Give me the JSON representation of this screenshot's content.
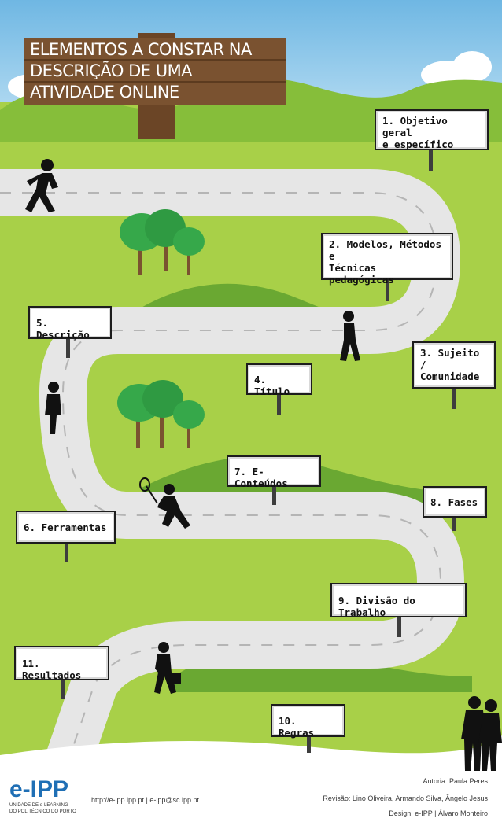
{
  "title": {
    "line1": "ELEMENTOS A CONSTAR NA",
    "line2": "DESCRIÇÃO DE UMA",
    "line3": "ATIVIDADE ONLINE"
  },
  "signs": {
    "s1": "1. Objetivo geral\ne específico",
    "s2": "2. Modelos, Métodos e\nTécnicas pedagógicas",
    "s3": "3. Sujeito /\nComunidade",
    "s4": "4. Título",
    "s5": "5. Descrição",
    "s6": "6. Ferramentas",
    "s7": "7. E-Conteúdos",
    "s8": "8. Fases",
    "s9": "9. Divisão do Trabalho",
    "s10": "10. Regras",
    "s11": "11. Resultados"
  },
  "footer": {
    "logo_text": "e-IPP",
    "logo_sub1": "UNIDADE DE e-LEARNING",
    "logo_sub2": "DO POLITÉCNICO DO PORTO",
    "contact": "http://e-ipp.ipp.pt | e-ipp@sc.ipp.pt",
    "author": "Autoria: Paula Peres",
    "review": "Revisão: Lino Oliveira, Armando Silva, Ângelo Jesus",
    "design": "Design: e-IPP | Álvaro Monteiro"
  },
  "colors": {
    "sky": "#8cc6e8",
    "grass": "#a6cf44",
    "road": "#e6e6e6",
    "plank": "#7a5230",
    "tree": "#36a84a",
    "logo_blue": "#1f6fb5"
  }
}
